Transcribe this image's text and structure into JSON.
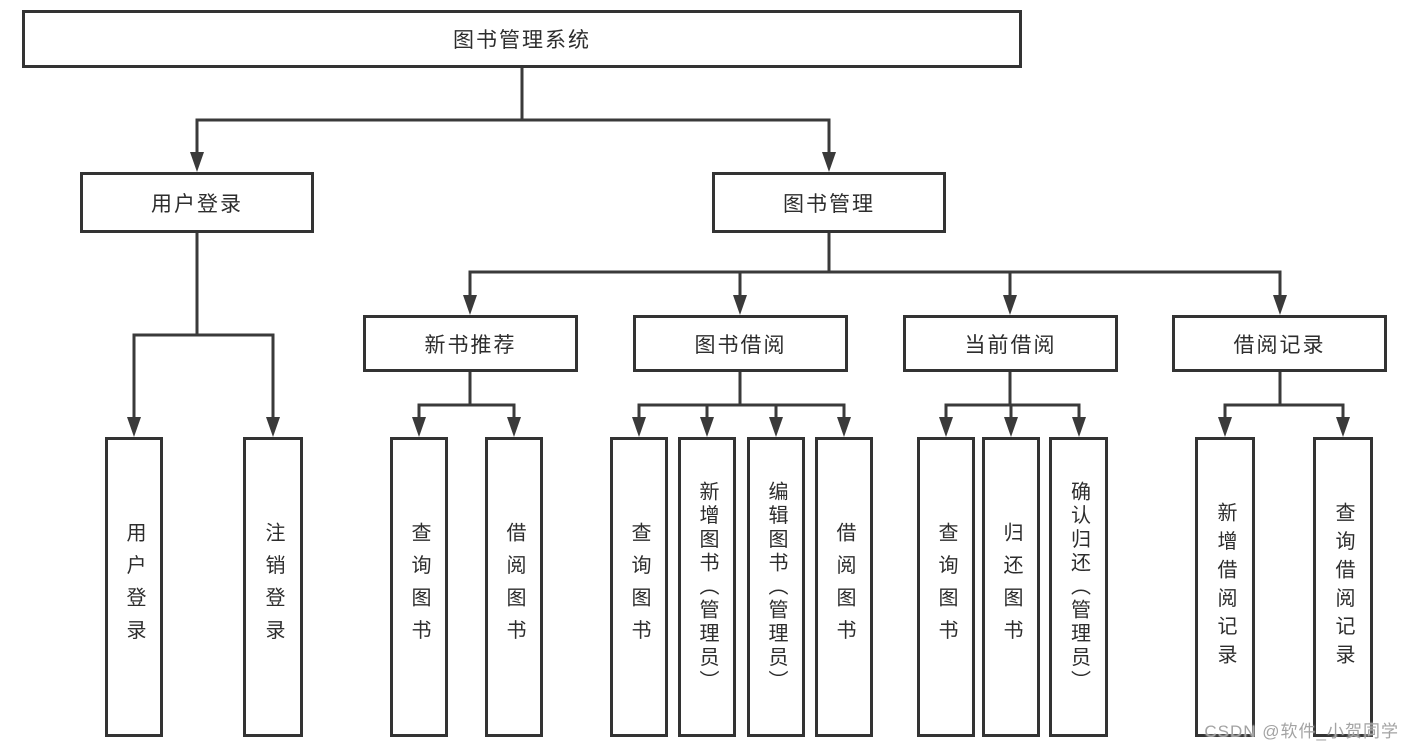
{
  "tree": {
    "label": "图书管理系统",
    "children": [
      {
        "label": "用户登录",
        "children": [
          {
            "label": "用户登录"
          },
          {
            "label": "注销登录"
          }
        ]
      },
      {
        "label": "图书管理",
        "children": [
          {
            "label": "新书推荐",
            "children": [
              {
                "label": "查询图书"
              },
              {
                "label": "借阅图书"
              }
            ]
          },
          {
            "label": "图书借阅",
            "children": [
              {
                "label": "查询图书"
              },
              {
                "label": "新增图书（管理员）"
              },
              {
                "label": "编辑图书（管理员）"
              },
              {
                "label": "借阅图书"
              }
            ]
          },
          {
            "label": "当前借阅",
            "children": [
              {
                "label": "查询图书"
              },
              {
                "label": "归还图书"
              },
              {
                "label": "确认归还（管理员）"
              }
            ]
          },
          {
            "label": "借阅记录",
            "children": [
              {
                "label": "新增借阅记录"
              },
              {
                "label": "查询借阅记录"
              }
            ]
          }
        ]
      }
    ]
  },
  "watermark": {
    "text": "CSDN @软件_小贺同学"
  },
  "colors": {
    "line": "#3a3a3a",
    "box_border": "#333333",
    "text": "#2d2d2d",
    "watermark": "#a3a3a3",
    "background": "#ffffff"
  }
}
